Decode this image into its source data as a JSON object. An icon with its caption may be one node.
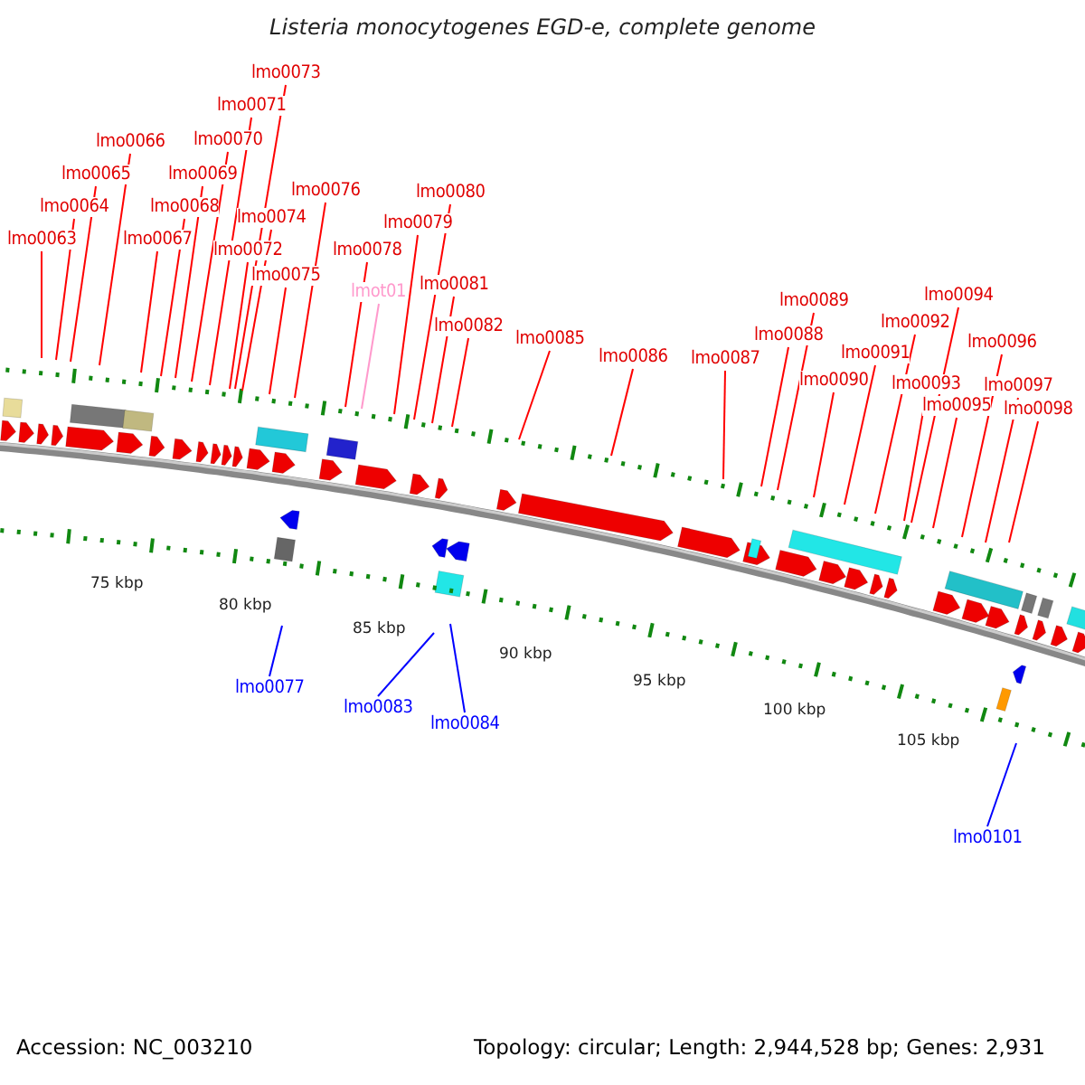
{
  "diagram": {
    "title": "Listeria monocytogenes EGD-e, complete genome",
    "nodes": [
      {
        "text": [
          "lmo0063"
        ]
      },
      {
        "text": [
          "lmo0064"
        ]
      },
      {
        "text": [
          "lmo0065"
        ]
      },
      {
        "text": [
          "lmo0066"
        ]
      },
      {
        "text": [
          "lmo0067"
        ]
      },
      {
        "text": [
          "lmo0068"
        ]
      },
      {
        "text": [
          "lmo0069"
        ]
      },
      {
        "text": [
          "lmo0070"
        ]
      },
      {
        "text": [
          "lmo0071"
        ]
      },
      {
        "text": [
          "lmo0072"
        ]
      },
      {
        "text": [
          "lmo0073"
        ]
      },
      {
        "text": [
          "lmo0074"
        ]
      },
      {
        "text": [
          "lmo0075"
        ]
      },
      {
        "text": [
          "lmo0076"
        ]
      },
      {
        "text": [
          "lmo0078"
        ]
      },
      {
        "text": [
          "lmot01"
        ]
      },
      {
        "text": [
          "lmo0079"
        ]
      },
      {
        "text": [
          "lmo0080"
        ]
      },
      {
        "text": [
          "lmo0081"
        ]
      },
      {
        "text": [
          "lmo0082"
        ]
      },
      {
        "text": [
          "lmo0085"
        ]
      },
      {
        "text": [
          "lmo0086"
        ]
      },
      {
        "text": [
          "lmo0087"
        ]
      },
      {
        "text": [
          "lmo0088"
        ]
      },
      {
        "text": [
          "lmo0089"
        ]
      },
      {
        "text": [
          "lmo0090"
        ]
      },
      {
        "text": [
          "lmo0091"
        ]
      },
      {
        "text": [
          "lmo0092"
        ]
      },
      {
        "text": [
          "lmo0093"
        ]
      },
      {
        "text": [
          "lmo0094"
        ]
      },
      {
        "text": [
          "lmo0095"
        ]
      },
      {
        "text": [
          "lmo0096"
        ]
      },
      {
        "text": [
          "lmo0097"
        ]
      },
      {
        "text": [
          "lmo0098"
        ]
      },
      {
        "text": [
          "lmo0077"
        ]
      },
      {
        "text": [
          "lmo0083"
        ]
      },
      {
        "text": [
          "lmo0084"
        ]
      },
      {
        "text": [
          "lmo0101"
        ]
      }
    ],
    "edges": [
      {
        "from": 0,
        "to": null,
        "arrow": "none"
      },
      {
        "from": 1,
        "to": null,
        "arrow": "none"
      },
      {
        "from": 2,
        "to": null,
        "arrow": "none"
      },
      {
        "from": 3,
        "to": null,
        "arrow": "none"
      },
      {
        "from": 4,
        "to": null,
        "arrow": "none"
      },
      {
        "from": 5,
        "to": null,
        "arrow": "none"
      },
      {
        "from": 6,
        "to": null,
        "arrow": "none"
      },
      {
        "from": 7,
        "to": null,
        "arrow": "none"
      },
      {
        "from": 8,
        "to": null,
        "arrow": "none"
      },
      {
        "from": 9,
        "to": null,
        "arrow": "none"
      },
      {
        "from": 10,
        "to": null,
        "arrow": "none"
      },
      {
        "from": 11,
        "to": null,
        "arrow": "none"
      },
      {
        "from": 12,
        "to": null,
        "arrow": "none"
      },
      {
        "from": 13,
        "to": null,
        "arrow": "none"
      },
      {
        "from": 14,
        "to": null,
        "arrow": "none"
      },
      {
        "from": 15,
        "to": null,
        "arrow": "none",
        "color": "#ff99cc"
      },
      {
        "from": 16,
        "to": null,
        "arrow": "none"
      },
      {
        "from": 17,
        "to": null,
        "arrow": "none"
      },
      {
        "from": 18,
        "to": null,
        "arrow": "none"
      },
      {
        "from": 19,
        "to": null,
        "arrow": "none"
      },
      {
        "from": 20,
        "to": null,
        "arrow": "none"
      },
      {
        "from": 21,
        "to": null,
        "arrow": "none"
      },
      {
        "from": 22,
        "to": null,
        "arrow": "none"
      },
      {
        "from": 23,
        "to": null,
        "arrow": "none"
      },
      {
        "from": 24,
        "to": null,
        "arrow": "none"
      },
      {
        "from": 25,
        "to": null,
        "arrow": "none"
      },
      {
        "from": 26,
        "to": null,
        "arrow": "none"
      },
      {
        "from": 27,
        "to": null,
        "arrow": "none"
      },
      {
        "from": 28,
        "to": null,
        "arrow": "none"
      },
      {
        "from": 29,
        "to": null,
        "arrow": "none"
      },
      {
        "from": 30,
        "to": null,
        "arrow": "none"
      },
      {
        "from": 31,
        "to": null,
        "arrow": "none"
      },
      {
        "from": 32,
        "to": null,
        "arrow": "none"
      },
      {
        "from": 33,
        "to": null,
        "arrow": "none"
      },
      {
        "from": 34,
        "to": null,
        "arrow": "none",
        "color": "#0000ff"
      },
      {
        "from": 35,
        "to": null,
        "arrow": "none",
        "color": "#0000ff"
      },
      {
        "from": 36,
        "to": null,
        "arrow": "none",
        "color": "#0000ff"
      },
      {
        "from": 37,
        "to": null,
        "arrow": "none",
        "color": "#0000ff"
      }
    ],
    "labels": [
      "75 kbp",
      "80 kbp",
      "85 kbp",
      "90 kbp",
      "95 kbp",
      "100 kbp",
      "105 kbp",
      "Accession: NC_003210",
      "Topology: circular; Length: 2,944,528 bp; Genes: 2,931"
    ]
  }
}
